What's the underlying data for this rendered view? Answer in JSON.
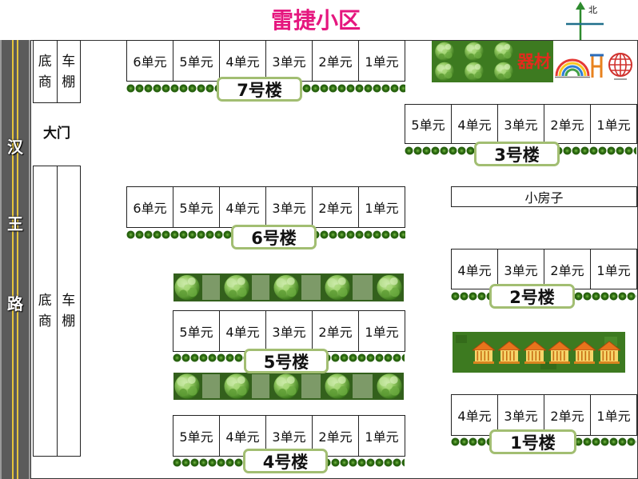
{
  "title": "雷捷小区",
  "compass": {
    "north_label": "北",
    "icon": "north-arrow-icon"
  },
  "road": {
    "name_chars": [
      "汉",
      "王",
      "路"
    ]
  },
  "west_side": {
    "top_block": {
      "shops": "底商",
      "shed": "车棚"
    },
    "gate": "大门",
    "bottom_block": {
      "shops": "底商",
      "shed": "车棚"
    }
  },
  "equipment_area": {
    "label": "器材",
    "icons": [
      "tree-icon",
      "slide-icon",
      "swing-icon",
      "globe-climber-icon"
    ]
  },
  "small_house": {
    "label": "小房子"
  },
  "house_strip": {
    "icons": [
      "house-icon"
    ]
  },
  "buildings": {
    "b1": {
      "label": "1号楼",
      "units": [
        "4单元",
        "3单元",
        "2单元",
        "1单元"
      ]
    },
    "b2": {
      "label": "2号楼",
      "units": [
        "4单元",
        "3单元",
        "2单元",
        "1单元"
      ]
    },
    "b3": {
      "label": "3号楼",
      "units": [
        "5单元",
        "4单元",
        "3单元",
        "2单元",
        "1单元"
      ]
    },
    "b4": {
      "label": "4号楼",
      "units": [
        "5单元",
        "4单元",
        "3单元",
        "2单元",
        "1单元"
      ]
    },
    "b5": {
      "label": "5号楼",
      "units": [
        "5单元",
        "4单元",
        "3单元",
        "2单元",
        "1单元"
      ]
    },
    "b6": {
      "label": "6号楼",
      "units": [
        "6单元",
        "5单元",
        "4单元",
        "3单元",
        "2单元",
        "1单元"
      ]
    },
    "b7": {
      "label": "7号楼",
      "units": [
        "6单元",
        "5单元",
        "4单元",
        "3单元",
        "2单元",
        "1单元"
      ]
    }
  },
  "colors": {
    "title": "#e5177f",
    "label_border": "#a2be72",
    "hedge": "#2f6e12",
    "grass": "#3d7a20",
    "tree_strip": "#33601c",
    "equipment_label": "#e42a1d",
    "road": "#5b5b5b",
    "road_line": "#e5c43a",
    "house_roof": "#e8741c",
    "house_wall": "#f6d56a"
  }
}
